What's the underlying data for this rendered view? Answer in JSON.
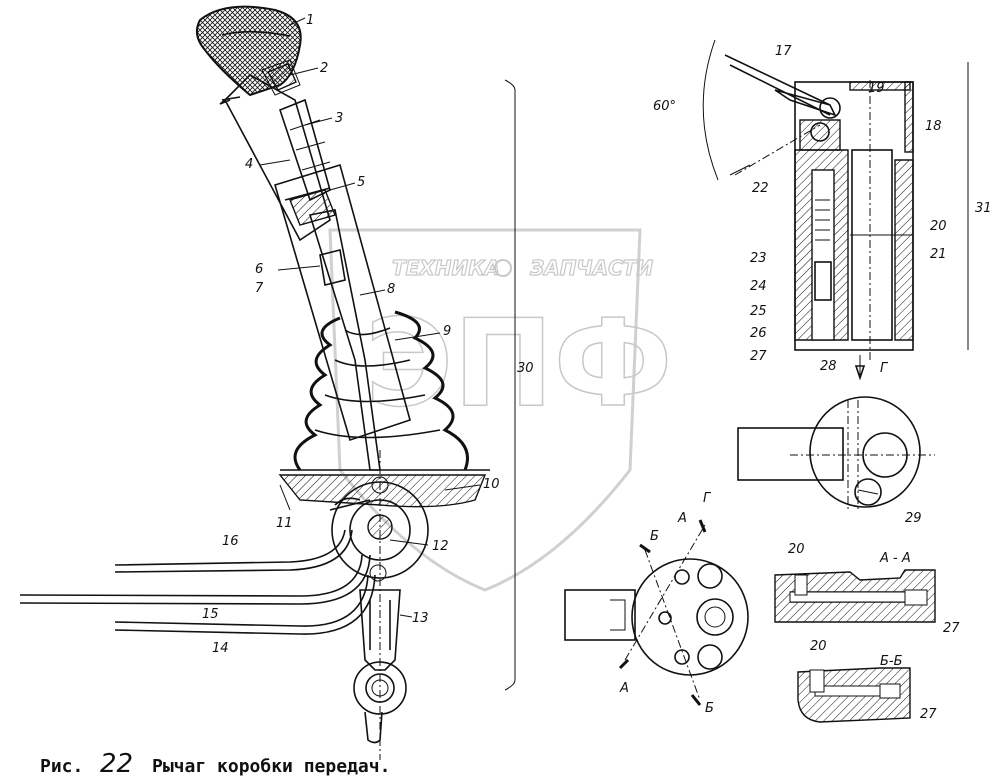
{
  "caption": {
    "prefix": "Рис.",
    "number": "22",
    "title": "Рычаг коробки передач."
  },
  "watermark": {
    "top_left": "ТЕХНИКА",
    "top_right": "ЗАПЧАСТИ",
    "letters": "ЭПФ"
  },
  "labels": {
    "l1": "1",
    "l2": "2",
    "l3": "3",
    "l4": "4",
    "l5": "5",
    "l6": "6",
    "l7": "7",
    "l8": "8",
    "l9": "9",
    "l10": "10",
    "l11": "11",
    "l12": "12",
    "l13": "13",
    "l14": "14",
    "l15": "15",
    "l16": "16",
    "l17": "17",
    "l18": "18",
    "l19": "19",
    "l20": "20",
    "l21": "21",
    "l22": "22",
    "l23": "23",
    "l24": "24",
    "l25": "25",
    "l26": "26",
    "l27": "27",
    "l28": "28",
    "l29": "29",
    "l30": "30",
    "l31": "31",
    "angle": "60°",
    "view_g": "Г",
    "sec_a": "А",
    "sec_b": "Б",
    "sec_aa": "А - А",
    "sec_bb": "Б-Б",
    "aa_20": "20",
    "aa_27": "27",
    "bb_20": "20",
    "bb_27": "27"
  }
}
